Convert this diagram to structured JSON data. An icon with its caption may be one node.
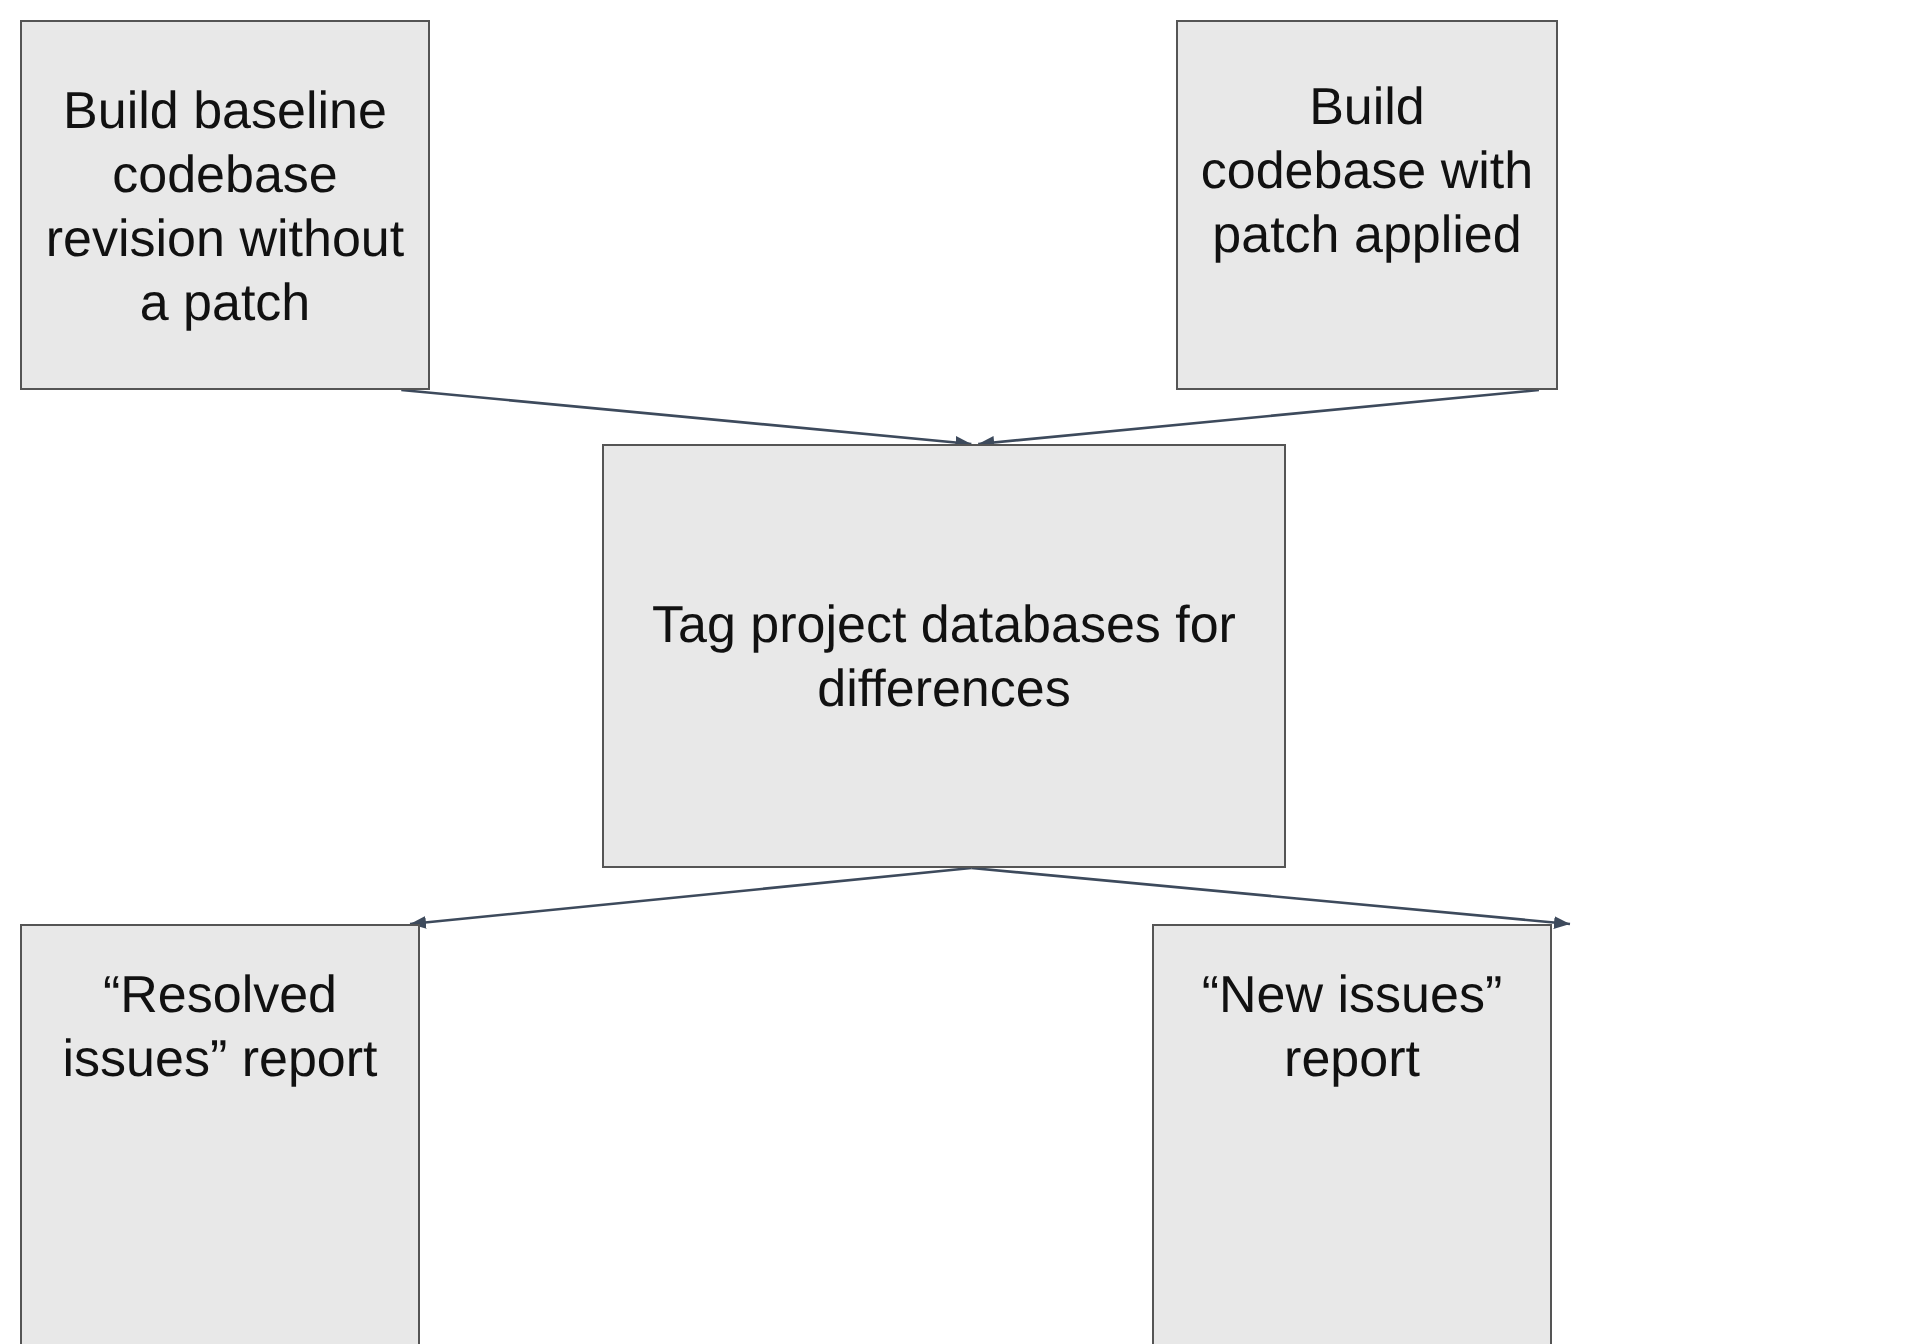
{
  "diagram": {
    "nodes": [
      {
        "text": [
          "Build baseline codebase revision without a patch"
        ]
      },
      {
        "text": [
          "Build codebase with patch applied"
        ]
      },
      {
        "text": [
          "Tag project databases for differences"
        ]
      },
      {
        "text": [
          "“Resolved issues” report"
        ]
      },
      {
        "text": [
          "“New issues” report"
        ]
      }
    ],
    "edges": [
      {
        "from": 0,
        "to": 2,
        "arrow": "to"
      },
      {
        "from": 1,
        "to": 2,
        "arrow": "to"
      },
      {
        "from": 2,
        "to": 3,
        "arrow": "to"
      },
      {
        "from": 2,
        "to": 4,
        "arrow": "to"
      }
    ]
  }
}
